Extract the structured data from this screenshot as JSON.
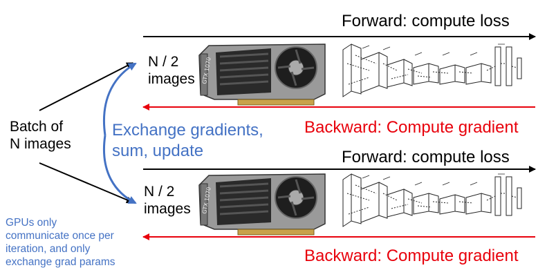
{
  "colors": {
    "forward_arrow": "#000000",
    "backward_arrow": "#e8000b",
    "exchange_arrow": "#4472c4",
    "annotation_blue": "#4472c4"
  },
  "batch_label": [
    "Batch of",
    "N images"
  ],
  "exchange_label": [
    "Exchange gradients,",
    "sum, update"
  ],
  "gpu_note": [
    "GPUs only",
    "communicate once per",
    "iteration, and only",
    "exchange grad params"
  ],
  "workers": [
    {
      "split_label": [
        "N / 2",
        "images"
      ],
      "gpu_icon": "gpu-card-icon",
      "gpu_model": "GTX 1070",
      "network_icon": "cnn-architecture-icon",
      "forward_label": "Forward: compute loss",
      "backward_label": "Backward: Compute gradient"
    },
    {
      "split_label": [
        "N / 2",
        "images"
      ],
      "gpu_icon": "gpu-card-icon",
      "gpu_model": "GTX 1070",
      "network_icon": "cnn-architecture-icon",
      "forward_label": "Forward: compute loss",
      "backward_label": "Backward: Compute gradient"
    }
  ]
}
